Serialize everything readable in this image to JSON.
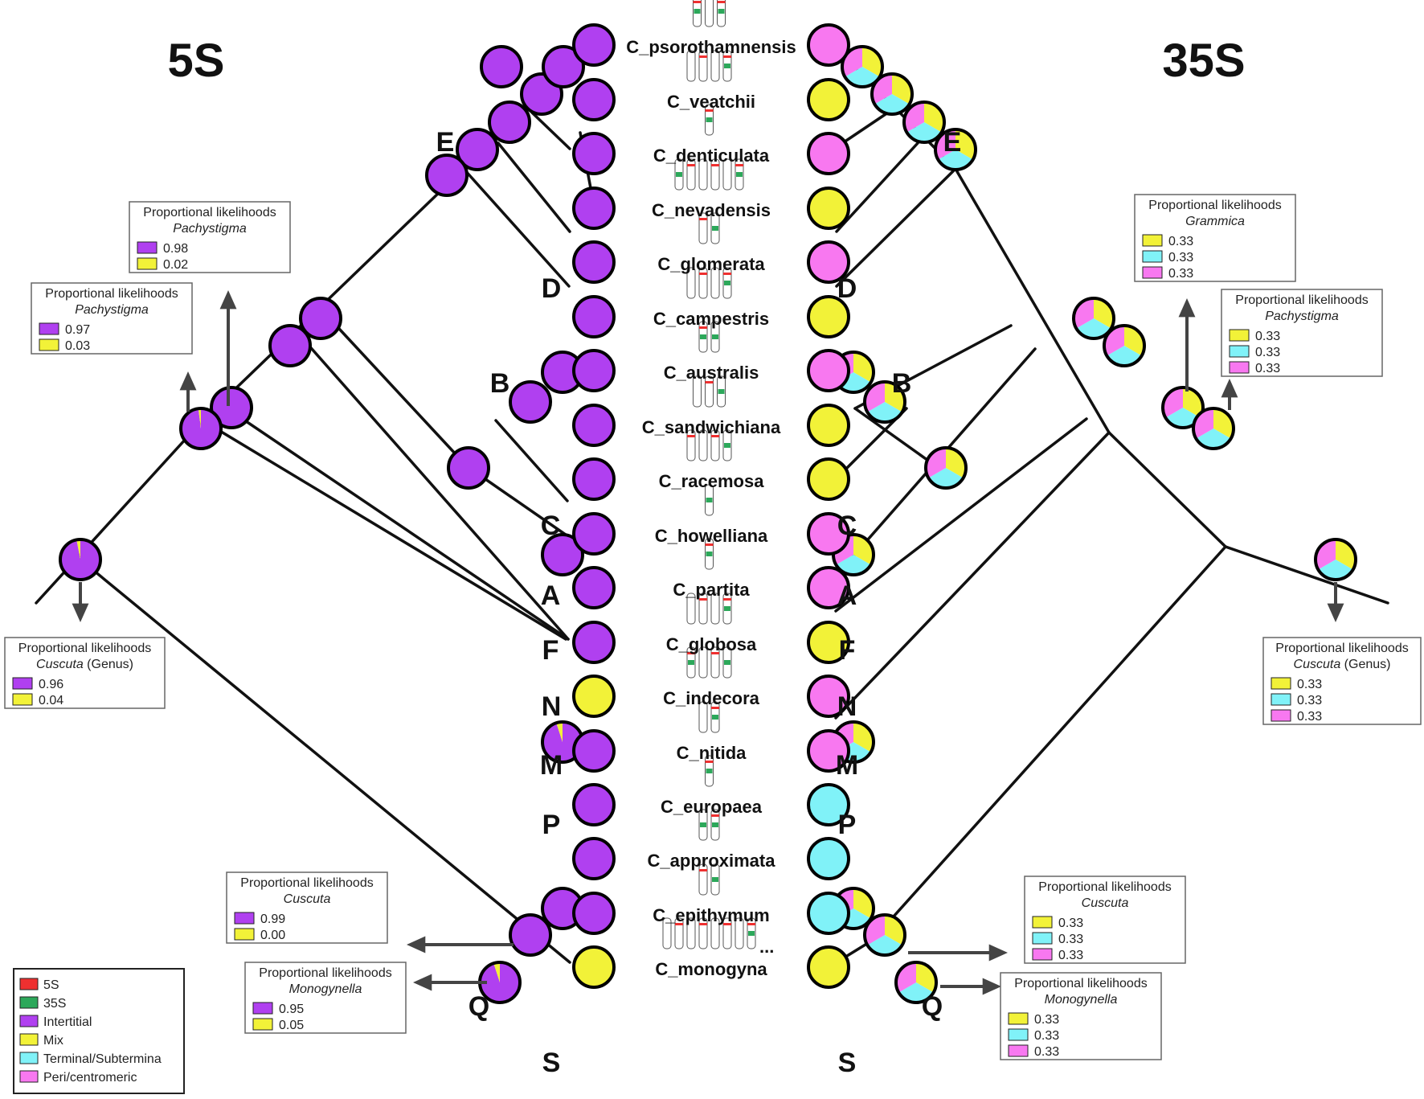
{
  "titles": {
    "left": "5S",
    "right": "35S"
  },
  "colors": {
    "5S": "#ee3030",
    "35S": "#2ca85a",
    "intertitial": "#b040f0",
    "mix": "#f2f238",
    "terminal": "#80f2f8",
    "peri": "#f878f0"
  },
  "taxa": [
    "C_psorothamnensis",
    "C_veatchii",
    "C_denticulata",
    "C_nevadensis",
    "C_glomerata",
    "C_campestris",
    "C_australis",
    "C_sandwichiana",
    "C_racemosa",
    "C_howelliana",
    "C_partita",
    "C_globosa",
    "C_indecora",
    "C_nitida",
    "C_europaea",
    "C_approximata",
    "C_epithymum",
    "C_monogyna"
  ],
  "monogyna_ellipsis": "...",
  "left_tip_states": [
    "intertitial",
    "intertitial",
    "intertitial",
    "intertitial",
    "intertitial",
    "intertitial",
    "intertitial",
    "intertitial",
    "intertitial",
    "intertitial",
    "intertitial",
    "intertitial",
    "mix",
    "intertitial",
    "intertitial",
    "intertitial",
    "intertitial",
    "mix"
  ],
  "right_tip_states": [
    "peri",
    "mix",
    "peri",
    "mix",
    "peri",
    "mix",
    "peri",
    "mix",
    "mix",
    "peri",
    "peri",
    "mix",
    "peri",
    "peri",
    "terminal",
    "terminal",
    "terminal",
    "mix"
  ],
  "clade_letters_left": [
    {
      "id": "E",
      "text": "E"
    },
    {
      "id": "D",
      "text": "D"
    },
    {
      "id": "B",
      "text": "B"
    },
    {
      "id": "C",
      "text": "C"
    },
    {
      "id": "A",
      "text": "A"
    },
    {
      "id": "F",
      "text": "F"
    },
    {
      "id": "N",
      "text": "N"
    },
    {
      "id": "M",
      "text": "M"
    },
    {
      "id": "P",
      "text": "P"
    },
    {
      "id": "Q",
      "text": "Q"
    },
    {
      "id": "S",
      "text": "S"
    }
  ],
  "clade_letters_right": [
    {
      "id": "E",
      "text": "E"
    },
    {
      "id": "D",
      "text": "D"
    },
    {
      "id": "B",
      "text": "B"
    },
    {
      "id": "C",
      "text": "C"
    },
    {
      "id": "A",
      "text": "A"
    },
    {
      "id": "F",
      "text": "F"
    },
    {
      "id": "N",
      "text": "N"
    },
    {
      "id": "M",
      "text": "M"
    },
    {
      "id": "P",
      "text": "P"
    },
    {
      "id": "Q",
      "text": "Q"
    },
    {
      "id": "S",
      "text": "S"
    }
  ],
  "likelihood_boxes": {
    "left_pachystigma_1": {
      "title": "Proportional likelihoods",
      "clade": "Pachystigma",
      "values": [
        {
          "state": "intertitial",
          "value": "0.98"
        },
        {
          "state": "mix",
          "value": "0.02"
        }
      ]
    },
    "left_pachystigma_2": {
      "title": "Proportional likelihoods",
      "clade": "Pachystigma",
      "values": [
        {
          "state": "intertitial",
          "value": "0.97"
        },
        {
          "state": "mix",
          "value": "0.03"
        }
      ]
    },
    "left_cuscuta_genus": {
      "title": "Proportional likelihoods",
      "clade": "Cuscuta",
      "clade_suffix": " (Genus)",
      "values": [
        {
          "state": "intertitial",
          "value": "0.96"
        },
        {
          "state": "mix",
          "value": "0.04"
        }
      ]
    },
    "left_cuscuta": {
      "title": "Proportional likelihoods",
      "clade": "Cuscuta",
      "values": [
        {
          "state": "intertitial",
          "value": "0.99"
        },
        {
          "state": "mix",
          "value": "0.00"
        }
      ]
    },
    "left_monogynella": {
      "title": "Proportional likelihoods",
      "clade": "Monogynella",
      "values": [
        {
          "state": "intertitial",
          "value": "0.95"
        },
        {
          "state": "mix",
          "value": "0.05"
        }
      ]
    },
    "right_grammica": {
      "title": "Proportional likelihoods",
      "clade": "Grammica",
      "values": [
        {
          "state": "mix",
          "value": "0.33"
        },
        {
          "state": "terminal",
          "value": "0.33"
        },
        {
          "state": "peri",
          "value": "0.33"
        }
      ]
    },
    "right_pachystigma": {
      "title": "Proportional likelihoods",
      "clade": "Pachystigma",
      "values": [
        {
          "state": "mix",
          "value": "0.33"
        },
        {
          "state": "terminal",
          "value": "0.33"
        },
        {
          "state": "peri",
          "value": "0.33"
        }
      ]
    },
    "right_cuscuta_genus": {
      "title": "Proportional likelihoods",
      "clade": "Cuscuta",
      "clade_suffix": " (Genus)",
      "values": [
        {
          "state": "mix",
          "value": "0.33"
        },
        {
          "state": "terminal",
          "value": "0.33"
        },
        {
          "state": "peri",
          "value": "0.33"
        }
      ]
    },
    "right_cuscuta": {
      "title": "Proportional likelihoods",
      "clade": "Cuscuta",
      "values": [
        {
          "state": "mix",
          "value": "0.33"
        },
        {
          "state": "terminal",
          "value": "0.33"
        },
        {
          "state": "peri",
          "value": "0.33"
        }
      ]
    },
    "right_monogynella": {
      "title": "Proportional likelihoods",
      "clade": "Monogynella",
      "values": [
        {
          "state": "mix",
          "value": "0.33"
        },
        {
          "state": "terminal",
          "value": "0.33"
        },
        {
          "state": "peri",
          "value": "0.33"
        }
      ]
    }
  },
  "legend": [
    {
      "state": "5S",
      "label": "5S"
    },
    {
      "state": "35S",
      "label": "35S"
    },
    {
      "state": "intertitial",
      "label": "Intertitial"
    },
    {
      "state": "mix",
      "label": "Mix"
    },
    {
      "state": "terminal",
      "label": "Terminal/Subtermina"
    },
    {
      "state": "peri",
      "label": "Peri/centromeric"
    }
  ]
}
